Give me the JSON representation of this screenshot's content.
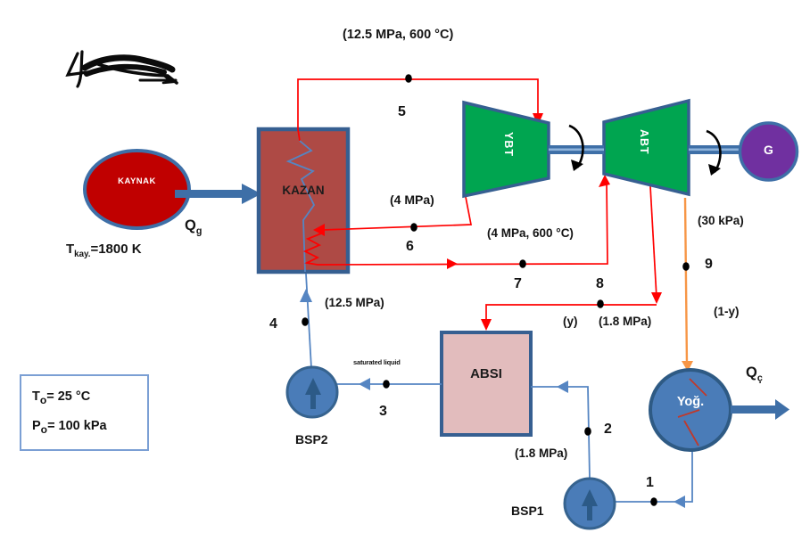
{
  "components": {
    "kaynak": {
      "label": "KAYNAK"
    },
    "kazan": {
      "label": "KAZAN"
    },
    "ybt": {
      "label": "YBT"
    },
    "abt": {
      "label": "ABT"
    },
    "generator": {
      "label": "G"
    },
    "absi": {
      "label": "ABSI"
    },
    "condenser": {
      "label": "Yoğ."
    },
    "bsp1": {
      "label": "BSP1"
    },
    "bsp2": {
      "label": "BSP2"
    }
  },
  "annotations": {
    "boiler_outlet": "(12.5 MPa, 600 °C)",
    "ybt_exit_pressure": "(4 MPa)",
    "reheat_outlet": "(4 MPa, 600 °C)",
    "feed_pressure": "(12.5 MPa)",
    "condenser_pressure": "(30 kPa)",
    "extraction_pressure": "(1.8 MPa)",
    "pump1_exit_pressure": "(1.8 MPa)",
    "fraction_y": "(y)",
    "fraction_1y": "(1-y)",
    "saturated_liquid": "saturated liquid"
  },
  "state_points": {
    "p1": "1",
    "p2": "2",
    "p3": "3",
    "p4": "4",
    "p5": "5",
    "p6": "6",
    "p7": "7",
    "p8": "8",
    "p9": "9"
  },
  "heat": {
    "qg": {
      "base": "Q",
      "sub": "g"
    },
    "qc": {
      "base": "Q",
      "sub": "ç"
    }
  },
  "source_temp": {
    "base": "T",
    "sub": "kay.",
    "rest": "=1800 K"
  },
  "environment": {
    "t": {
      "base": "T",
      "sub": "o",
      "rest": "= 25 °C"
    },
    "p": {
      "base": "P",
      "sub": "o",
      "rest": "= 100 kPa"
    }
  },
  "colors": {
    "red_line": "#ff0000",
    "blue_line": "#5585c2",
    "orange_line": "#f79646",
    "steel_arrow": "#3e6fa7",
    "component_border": "#365f91",
    "kaynak_fill": "#c00000",
    "kazan_fill": "#ae4a45",
    "turbine_fill": "#00a550",
    "generator_fill": "#7030a0",
    "pump_fill": "#4a7cb8",
    "absi_fill": "#e2bcbd"
  }
}
